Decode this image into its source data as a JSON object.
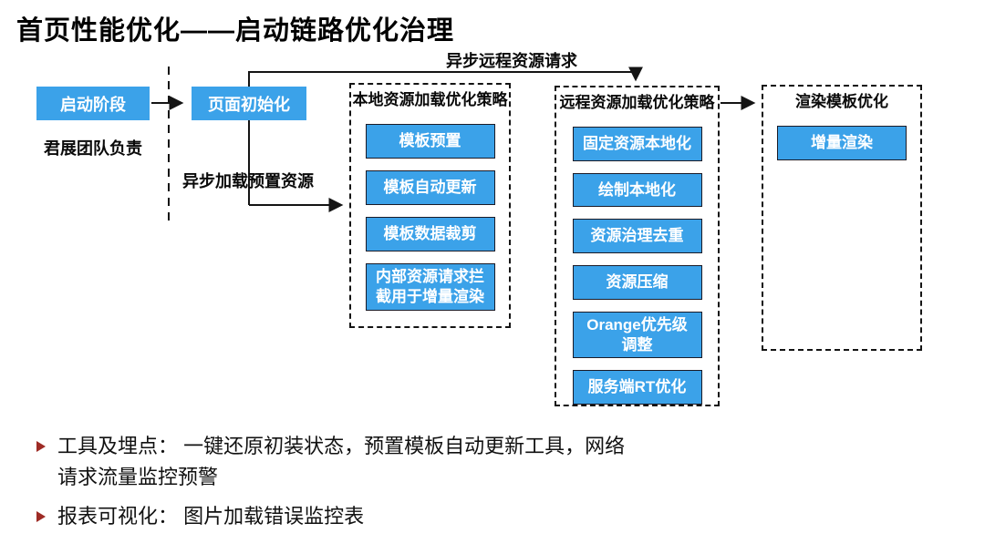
{
  "page": {
    "title": "首页性能优化——启动链路优化治理"
  },
  "flow": {
    "start_label": "启动阶段",
    "init_label": "页面初始化",
    "team_note": "君展团队负责",
    "async_preset_label": "异步加载预置资源",
    "async_remote_label": "异步远程资源请求"
  },
  "panels": [
    {
      "title": "本地资源加载优化策略",
      "items": [
        "模板预置",
        "模板自动更新",
        "模板数据裁剪",
        "内部资源请求拦截用于增量渲染"
      ]
    },
    {
      "title": "远程资源加载优化策略",
      "items": [
        "固定资源本地化",
        "绘制本地化",
        "资源治理去重",
        "资源压缩",
        "Orange优先级调整",
        "服务端RT优化"
      ]
    },
    {
      "title": "渲染模板优化",
      "items": [
        "增量渲染"
      ]
    }
  ],
  "notes": [
    "工具及埋点： 一键还原初装状态，预置模板自动更新工具，网络请求流量监控预警",
    "报表可视化： 图片加载错误监控表"
  ],
  "colors": {
    "node_blue": "#3BA2E9",
    "bullet_red": "#9E2B25",
    "line_black": "#141414"
  }
}
